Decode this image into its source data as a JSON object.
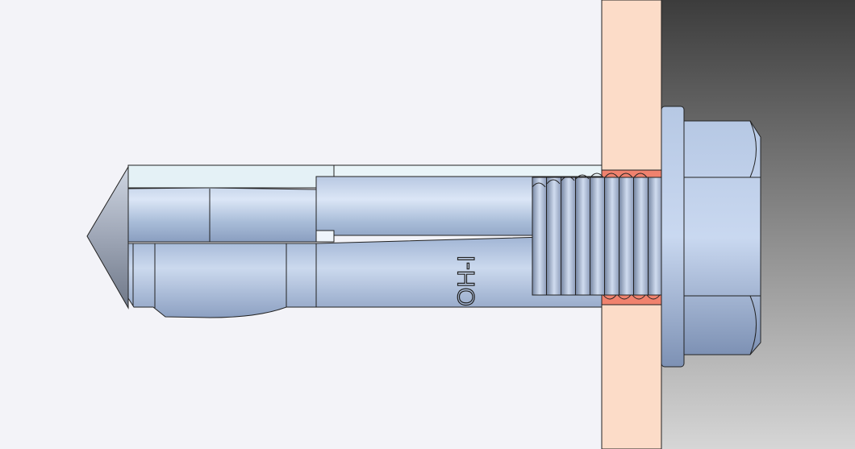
{
  "drawing": {
    "bolt_marking": "OH-I",
    "parts": [
      "anchor-sleeve",
      "expansion-cone",
      "threaded-bolt",
      "washer",
      "hex-nut",
      "fixture-plate",
      "wall"
    ]
  },
  "colors": {
    "background": "#f3f3f8",
    "wall_dark": "#3c3c3c",
    "wall_light": "#d2d2d2",
    "plate": "#fcdcc8",
    "plate_section": "#f0826e",
    "steel_light": "#c8d8ee",
    "steel_mid": "#a4b8d6",
    "steel_dark": "#7286a8",
    "outline": "#111111"
  }
}
